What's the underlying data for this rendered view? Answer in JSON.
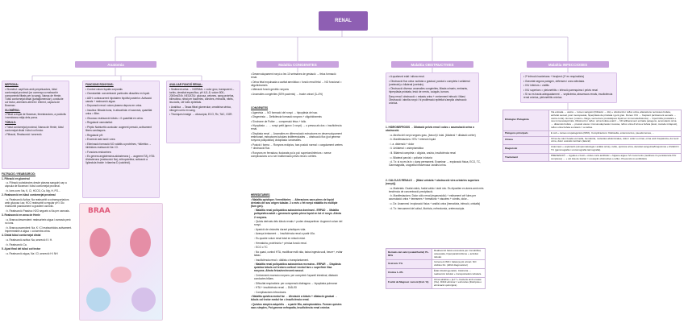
{
  "root": {
    "title": "RENAL"
  },
  "colors": {
    "root": "#8e5fb3",
    "branch": "#c9a3de",
    "box": "#f2e6f8",
    "border": "#d8bfe8"
  },
  "branches": {
    "anatomy": "Anatomia",
    "congenital": "Malaltia CONGENITES",
    "obstructive": "Malaltia OBSTRUCTIVES",
    "infectious": "Malaltia INFECCIOSES"
  },
  "anatomy": {
    "nephron": {
      "title": "NEFRONA:",
      "items": [
        "Glomèrul: capil·lars amb perpetuadors, túbul contornejat proximal (on comença a reabsorbir components filtrats per la sang), Nansa de Henle, Túbul contornejat distal (juxtaglomerular), conducte col·lector, arterioles aferent i eferent, càpsula de Bowman."
      ]
    },
    "glomerulus": {
      "title": "GLOMÈRUL:",
      "items": [
        "Filtrat a espai de Bowman, fenestracions, a podòcits i membrana mitja dels porus."
      ]
    },
    "tubules": {
      "title": "TÚBULS:",
      "items": [
        "Túbul contornejat proximal, Nansa de Henle, túbul contornejat distal i túbul col·lector.",
        "Filtració, Reabsorció i secreció."
      ]
    },
    "filtration": {
      "title": "FILTRACIÓ / REABSORCIÓ:",
      "items": [
        "1. Filtració en glomèrul",
        "a. Filtració substàncies desde plasma sanguini cap a càpsula de Bowman i túbul contornejat proximal.",
        "b. Ions com: Na, K, Cl, HCO3, Ca, Mg, H, PO...",
        "2. Reabsorció en túbul contornejat proximal",
        "a. Reabsorció Activa: Na reabsorbit a cotransportadors amb glucosa i aa; HCO reabsorbit a regular pH i Glc reabsorbit passivament a gradient osmòtic.",
        "b. Reabsorció Passiva: H2O segueix a Na per osmosis.",
        "3. Reabsorció en ansa de Henle",
        "a. Branca descendent: reabsorbeix aigua i osmosis però no ions.",
        "b. Branca ascendent: Na, K i Cl reabsorbidos activament. Impermeable a aigua = concentra orina.",
        "4. Distal túbul contornejat distal",
        "a. Reabsorció activa: Na, secreció K i H.",
        "b. Reabsorció Ca.",
        "5. Ajust final del túbul col·lector",
        "a. Reabsorció aigua, Na i Cl, secreció H i NH"
      ]
    },
    "functions": {
      "title": "FUNCIONS RONYONS:",
      "items": [
        "Control volum líquids corporals",
        "Osmolaritat: concentració partícules dissoltes en líquid.",
        "ADH: contracorrent hipòtalem hipòfisi posterior. Activació canals + reabsorció aigua.",
        "Depuració renal: volum plasma depura en orina.",
        "Insulina: filtrada bona, in absorbida: el sacrosis, quantitat orina = filtre.",
        "Glucosa: reabsorció túbuls = 0 quantitat en orina.",
        "Regulació osmolaritat:",
        "Pèptic Natriurètic auricular: augment pressió, activament fibres cardíaques.",
        "Regulació pH:",
        "Excreció àcid àcid i urea",
        "Eliminació formació NO volàtils a proteïnes, *diürètics → inhibidors reabsorció Na i Cl.",
        "Funcions endocrines:",
        "Es genera angiotensina-aldosterona (→ augment TA), HTA: Aldosterona (reabsorció Na), eritropoietina; activació a l'glàndula tiroide i vitamina D (calcitriol)."
      ]
    },
    "evaluation": {
      "title": "AVALUAR FUNCIÓ RENAL:",
      "items": [
        "Sediment orina → NORMAL = color groc, transparent – turbis, densitat específica, pH 4,5–8, volum 800–2000ml/24h. NEGATIU: glucosa, cetones, sang proteïna, bilirrubina, nitrat per bacteries, cilindres, eritrocits, nitrits, leucòcits, cèl·lules epitelials.",
        "Analítica → Tassa filtrat glomerular, creatinina sèrica, nitrogen ureic en sang.",
        "Tècniques imatge → citoscòpia, ECO, Rx, TAC, GGR."
      ]
    },
    "image_label": "BRAA"
  },
  "congenital": {
    "intro": [
      "Desenvolupament ronyó a les 10 setmanes de gestació → fetus formació renal.",
      "Orina fetal expulsada a cavitat amniòtica = funció renal fetal → NO funcional = oligohidramnis",
      "Alteració funció genètic ronyons",
      "Anomalies congènites (50% pacients) → tracte urinari (3–4%)"
    ],
    "congenital": {
      "title": "CONGÈNITES",
      "items": [
        "Agenèsia → NO formació del ronyó → hipoplàsia del sac.",
        "Disgenèsia → Deficiència formació ronyons + oligohidramnis",
        "Síndrome de Potter → compressió fetus + fallo.",
        "Hipoplàsia → → ronyó petit (aprox 1 ronyó) → o pressa als dos = insuficiència renal.",
        "Displàsia renal → Anomalies en diferenciació estructures en desenvolupament embrionari, estructures tubulars indiferenciades → obstrucció flux (pot generar ronyons poliquístics) cistoplàsia i anomalies.",
        "Posició i forma → Ronyons ectòpics, fora posició normal = cargolament ureters + obstrucció flux.",
        "Ronyons en ferradura, fusionats pol a pol: superiors/inferiors = sense complicacions a no ser malformació pelvis renal o urèters."
      ]
    },
    "hereditary": {
      "title": "HEREDITARIES",
      "items": [
        "Malaltia quístique / hereditàries → Alteracions sacs plens de líquid derivats del seu origen tubular. 2 o més = fet ronyó malaltia és múltiple (fum gen).",
        "Malaltia renal poliquística autosòmica dominant - ERPAD → Malaltia poliquística adult = generació quists plens líquid en tot el ronyó. Afecta 2 ronyons.",
        "Quists derivats dels túbuls renals + poden desaparèixer. Augment volum del ronyó.",
        "Aparició de cistostris durant pràctiques vida.",
        "Avança lentament → Insuficiència renal a partir 40a.",
        "Es quadre volum renal total en relació edat.",
        "Hematúria, proteïnúria + pèrdua funció renal.",
        "ECO o TC",
        "No quasi, control HTA, modificar estil vida, baixa ingesta sodi, beure+, evitar tabac.",
        "Insuficiència renal = diàlisis o transplantament.",
        "Malaltia renal poliquística autosòmica recessiva - ERPAR → Displàsia quística túbuls col·lectors cortical i medul·lars = superfície llisa ronyons. Afecta fetus/nen/recent nascut.",
        "Creixement excessiu ronyons: per comprimir l'aparell intestinal, dilatació conductes biliars.",
        "Dificultat respiratòria: per compressió diafragma → hipoplàsia pulmonar",
        "HTA + insuficiència renal → DIÀLISI",
        "Complicacions infeccioses.",
        "Malaltia quística medul·lar → Afectació a túbuls + dilatació gradual → túbuls col·lector medul·lar = Insuficiència renal.",
        "Quistos simples adquirits → a partir 50a, asimptomàtics. Formen quistes sacs simples, Pot generar nefropatia, insuficiència renal crònica"
      ]
    }
  },
  "obstructive": {
    "intro": [
      "A qualsevol edat i altura renal.",
      "Obstrucció flux orina: subtota o gradual, parcial o completa i unilateral (ureterals) o bilateral (uretrals).",
      "Obstrucció diversa: anomalies congènites, litiasis urinaris, embaràs, hiperplàsia pròstata, lesió de nervis, coàguls, tumors.",
      "Dany renal i obstrucció = estasis orina + creixement infecció i litiasi. Obstrucció i atrofia ronyó i hi proliferació epitelial s'amplia obstrucció crònica."
    ],
    "sections": [
      {
        "title": "1. HIDRONEFROSIS → Dilatació pelvis renal i calzs = acumulació orina o obstrucció.",
        "items": [
          "a. Atrofia del ronyó segons grau, (bavori) i total. (bilateral + dilatació urèter)",
          "b. Manifestacions: HTA + retenció líquid",
          "i. a. distensió + dolor",
          "ii. Unilateral = asimptomàtica",
          "iii. Bilateral completa = oligúria, anúria, insuficiència renal",
          "c. Bilateral parcial = poliuria i nicturia",
          "d. Tx: si no es fa tx = dany permanent. Examinar → exploració física, ECO, TC, Gammagrafia, urografia intravenosa i anàlisi orina."
        ]
      },
      {
        "title": "2. CÀLCULS RENALS → (litiasi urinària + obstrucció vies urinàries superiors (ronyó)).",
        "items": [
          "a. Materials: Oxalat càlcic, fosfat càlcic i àcid úric. Es dipositen en àrees amb més tendència de concentració precipitació.",
          "b. Manifestacions: Dolor còlic renal (espasmòdic) + estirament cèl·lules per acumulació orina + tenesmes + hematúria + nàusees + vòmits, dolor...",
          "c. Dx: Anamnesi i exploració física + anàlisi orina (hematúria, infecció, cristalls)",
          "d. Tx: trencament del càlcul, litotrícia, nefrectomia, ureteroscòpia."
        ]
      }
    ],
    "table": [
      {
        "head": "Derivats del calci (oxalat/fosfat) 70–80%",
        "text": "Reabsorció baixa excessiva per immobilitat, osteopatia, hiperparatiroïdisme + activitat tubular."
      },
      {
        "head": "Àcid úric 7%",
        "text": "Increment IMC i balança pH urinari. NO visibles Rx. (difícil diagnosticar)"
      },
      {
        "head": "Cistina 1–3%",
        "text": "Èdat infantil (genètic). Cistinúria → reabsorció tubular + transportadors tubulars."
      },
      {
        "head": "Fosfat de Magnesi i amoni (Estr. %)",
        "text": "Orina alcalina + pH 7 + bacteris amb urease (Viu). Difícil eliminar = estruvites (litotripsia o eliminació quirúrgica)"
      }
    ]
  },
  "infectious": {
    "intro": [
      "2ª infecció bacteriana + freqüent (1ª en respiratòria)",
      "Gravetat segons patogen, defenses i zona afectada.",
      "IVU inferiors = cistitis",
      "IVU superiors = pielonefritis = infecció parenquima i pelvis renal",
      "Si no es tracta adequadament → septicèmia, abscessos renals, insuficiència renal crònica, pielonefritis crònica."
    ],
    "rows": [
      {
        "head": "Etiologia i Patogènia",
        "text": "Via entrada → uretra → lumen sanguini (Filtració → dis) + obstrucció i reflux orina, alteracions nerviosos bufeta, activitat sexual, post menopausia, hiperplàsia de pròstata i gent gran. Dones: IVU → freqüent (activament sexuals → uretra curta). Homes: (uretra + llarga, secrecions prostàtiques líquid en immunodeficiència) → hipertròfia prostàtica + nos immunodeprimits. Obstrucció i reflux: orina bufeta estèril → NO alliberament entrada patogens, acumulació orina → distensió bufeta → pressió vasos i immunodepressió mucosa, reflux orina d'orina a bufeta (lesió, mètode intrapost), reflux orina bufeta a urèters = a calzes."
      },
      {
        "head": "Patogens principals",
        "text": "E coli + cames uropatogènica (90%). Complicacions: Klebsiella, enterococcus, pseudomones, ..."
      },
      {
        "head": "Clínica",
        "text": "Orina de color boada vermella, hematúria, molesties abdominales, dolor i ardor a orinar, orina amb freqüència, dur tenir orina, dolor vesicals lumbars (lateral)"
      },
      {
        "head": "Diagnòstic",
        "text": "Anamnesi + exploració (simptomatologia i anàlisi orina), cultiu, quimica orina, densitat sanguínia/bioquímica + Rx/ECO i TC (gammagrafia i urotomografia tarmografia)."
      },
      {
        "head": "Tractament",
        "text": "PREVENCIÓ → Agudes o bscil + cicles curts antibiòtic + higiene aigua. IVU recurrents (recidives i/o persistència IVU complexa) → + cèl·lula de tractar = urosèptic obstructiva o reflux. Prevenció ús antibiòtics"
      }
    ]
  }
}
